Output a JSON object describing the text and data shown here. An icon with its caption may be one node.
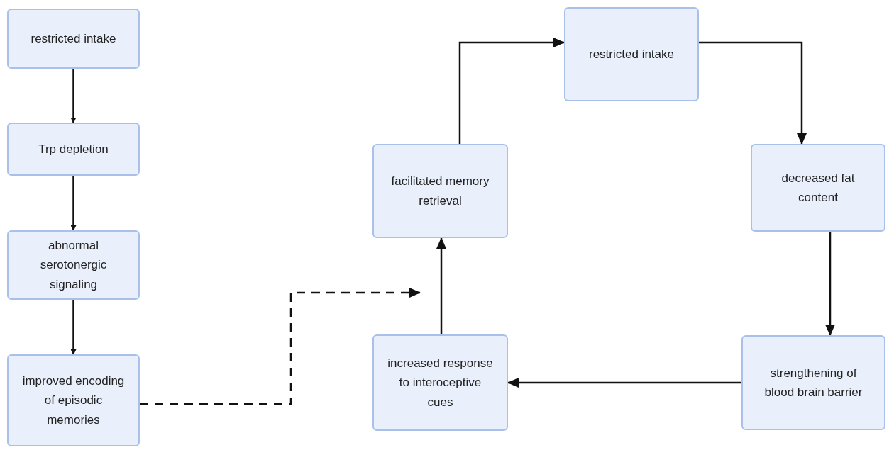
{
  "diagram": {
    "nodes": [
      {
        "text": [
          "restricted intake"
        ]
      },
      {
        "text": [
          "Trp depletion"
        ]
      },
      {
        "text": [
          "abnormal serotonergic signaling"
        ]
      },
      {
        "text": [
          "improved encoding of episodic memories"
        ]
      },
      {
        "text": [
          "restricted intake"
        ]
      },
      {
        "text": [
          "decreased fat content"
        ]
      },
      {
        "text": [
          "strengthening of blood brain barrier"
        ]
      },
      {
        "text": [
          "increased response to interoceptive cues"
        ]
      },
      {
        "text": [
          "facilitated memory retrieval"
        ]
      }
    ],
    "edges": [
      {
        "from": 0,
        "to": 1,
        "arrow": "to"
      },
      {
        "from": 1,
        "to": 2,
        "arrow": "to"
      },
      {
        "from": 2,
        "to": 3,
        "arrow": "to"
      },
      {
        "from": 3,
        "to": null,
        "arrow": "to",
        "style": "dashed"
      },
      {
        "from": 7,
        "to": 8,
        "arrow": "to"
      },
      {
        "from": 8,
        "to": 4,
        "arrow": "to"
      },
      {
        "from": 4,
        "to": 5,
        "arrow": "to"
      },
      {
        "from": 5,
        "to": 6,
        "arrow": "to"
      },
      {
        "from": 6,
        "to": 7,
        "arrow": "to"
      }
    ]
  }
}
